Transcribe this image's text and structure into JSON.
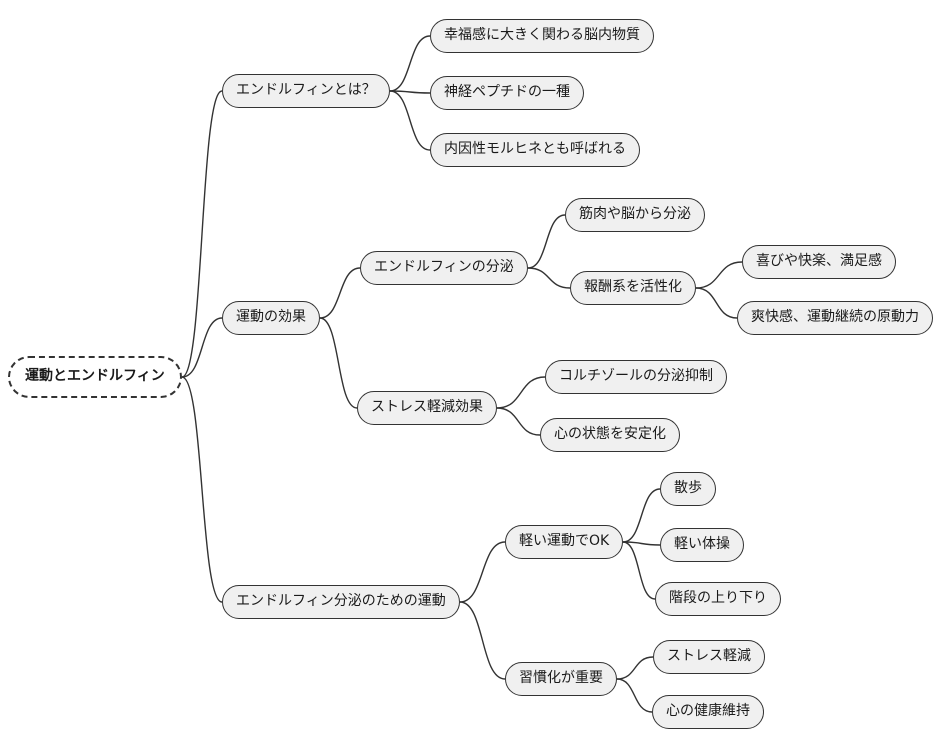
{
  "colors": {
    "node_fill": "#f0f0f0",
    "root_fill": "#ffffff",
    "node_border": "#333333",
    "edge_line": "#333333",
    "text": "#1a1a1a"
  },
  "tree": {
    "root": {
      "label": "運動とエンドルフィン"
    },
    "branches": [
      {
        "label": "エンドルフィンとは？",
        "children": [
          {
            "label": "幸福感に大きく関わる脳内物質"
          },
          {
            "label": "神経ペプチドの一種"
          },
          {
            "label": "内因性モルヒネとも呼ばれる"
          }
        ]
      },
      {
        "label": "運動の効果",
        "children": [
          {
            "label": "エンドルフィンの分泌",
            "children": [
              {
                "label": "筋肉や脳から分泌"
              },
              {
                "label": "報酬系を活性化",
                "children": [
                  {
                    "label": "喜びや快楽、満足感"
                  },
                  {
                    "label": "爽快感、運動継続の原動力"
                  }
                ]
              }
            ]
          },
          {
            "label": "ストレス軽減効果",
            "children": [
              {
                "label": "コルチゾールの分泌抑制"
              },
              {
                "label": "心の状態を安定化"
              }
            ]
          }
        ]
      },
      {
        "label": "エンドルフィン分泌のための運動",
        "children": [
          {
            "label": "軽い運動でOK",
            "children": [
              {
                "label": "散歩"
              },
              {
                "label": "軽い体操"
              },
              {
                "label": "階段の上り下り"
              }
            ]
          },
          {
            "label": "習慣化が重要",
            "children": [
              {
                "label": "ストレス軽減"
              },
              {
                "label": "心の健康維持"
              }
            ]
          }
        ]
      }
    ]
  }
}
